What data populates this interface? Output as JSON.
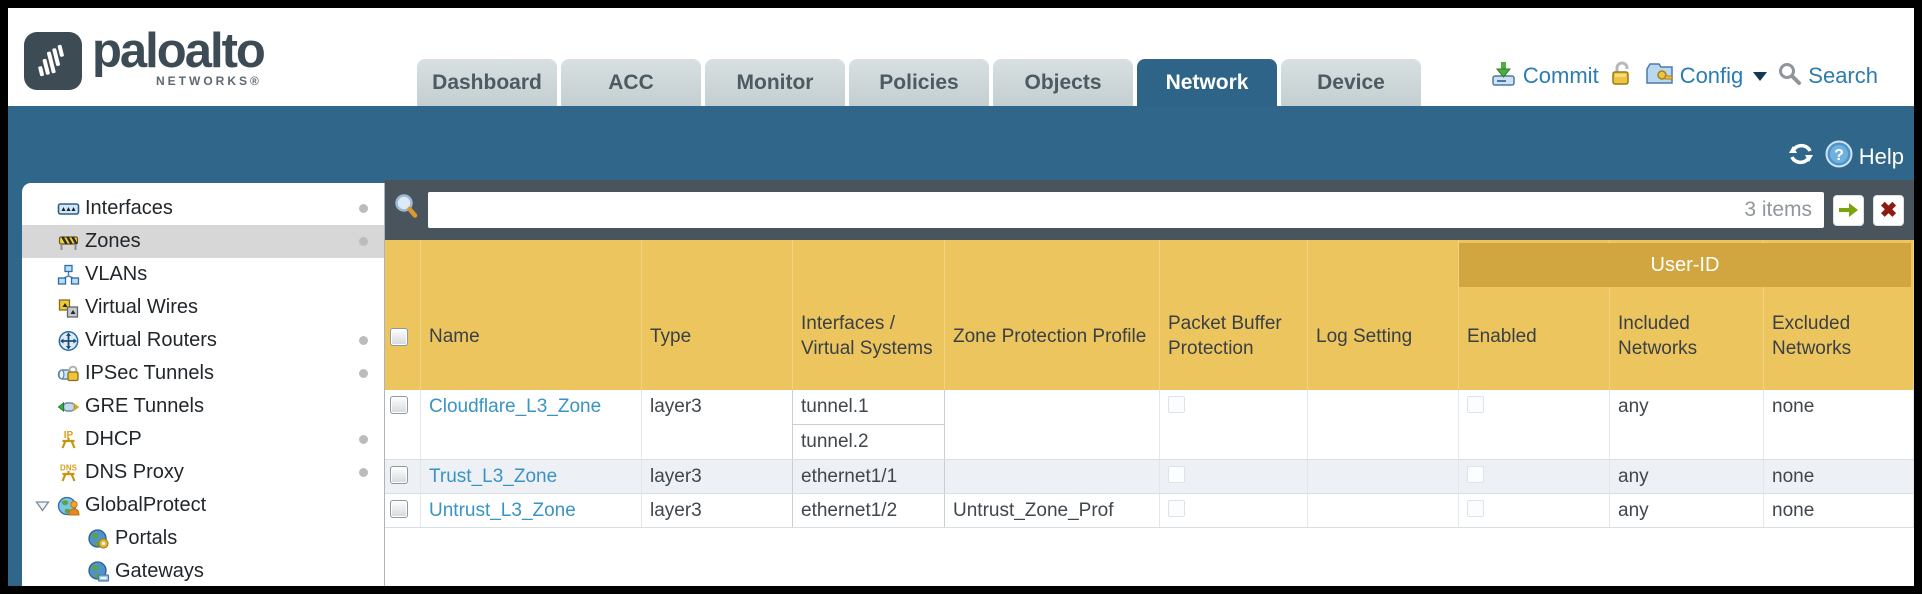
{
  "header": {
    "logo": {
      "brand": "paloalto",
      "sub": "NETWORKS®"
    },
    "tabs": [
      {
        "label": "Dashboard",
        "active": false
      },
      {
        "label": "ACC",
        "active": false
      },
      {
        "label": "Monitor",
        "active": false
      },
      {
        "label": "Policies",
        "active": false
      },
      {
        "label": "Objects",
        "active": false
      },
      {
        "label": "Network",
        "active": true
      },
      {
        "label": "Device",
        "active": false
      }
    ],
    "actions": {
      "commit_label": "Commit",
      "config_label": "Config",
      "search_label": "Search"
    }
  },
  "subheader": {
    "help_label": "Help"
  },
  "sidebar": {
    "items": [
      {
        "label": "Interfaces",
        "icon": "interfaces-icon",
        "dot": true,
        "selected": false,
        "indent": 0,
        "expandable": false
      },
      {
        "label": "Zones",
        "icon": "zones-icon",
        "dot": true,
        "selected": true,
        "indent": 0,
        "expandable": false
      },
      {
        "label": "VLANs",
        "icon": "vlans-icon",
        "dot": false,
        "selected": false,
        "indent": 0,
        "expandable": false
      },
      {
        "label": "Virtual Wires",
        "icon": "virtual-wires-icon",
        "dot": false,
        "selected": false,
        "indent": 0,
        "expandable": false
      },
      {
        "label": "Virtual Routers",
        "icon": "virtual-routers-icon",
        "dot": true,
        "selected": false,
        "indent": 0,
        "expandable": false
      },
      {
        "label": "IPSec Tunnels",
        "icon": "ipsec-tunnels-icon",
        "dot": true,
        "selected": false,
        "indent": 0,
        "expandable": false
      },
      {
        "label": "GRE Tunnels",
        "icon": "gre-tunnels-icon",
        "dot": false,
        "selected": false,
        "indent": 0,
        "expandable": false
      },
      {
        "label": "DHCP",
        "icon": "dhcp-icon",
        "dot": true,
        "selected": false,
        "indent": 0,
        "expandable": false
      },
      {
        "label": "DNS Proxy",
        "icon": "dns-proxy-icon",
        "dot": true,
        "selected": false,
        "indent": 0,
        "expandable": false
      },
      {
        "label": "GlobalProtect",
        "icon": "globalprotect-icon",
        "dot": false,
        "selected": false,
        "indent": 0,
        "expandable": true
      },
      {
        "label": "Portals",
        "icon": "portals-icon",
        "dot": false,
        "selected": false,
        "indent": 1,
        "expandable": false
      },
      {
        "label": "Gateways",
        "icon": "gateways-icon",
        "dot": false,
        "selected": false,
        "indent": 1,
        "expandable": false
      }
    ]
  },
  "toolbar": {
    "filter_value": "",
    "items_count": "3 items"
  },
  "table": {
    "group_header": "User-ID",
    "columns": [
      "Name",
      "Type",
      "Interfaces / Virtual Systems",
      "Zone Protection Profile",
      "Packet Buffer Protection",
      "Log Setting",
      "Enabled",
      "Included Networks",
      "Excluded Networks"
    ],
    "rows": [
      {
        "name": "Cloudflare_L3_Zone",
        "type": "layer3",
        "interfaces": [
          "tunnel.1",
          "tunnel.2"
        ],
        "zone_protection_profile": "",
        "log_setting": "",
        "included_networks": "any",
        "excluded_networks": "none"
      },
      {
        "name": "Trust_L3_Zone",
        "type": "layer3",
        "interfaces": [
          "ethernet1/1"
        ],
        "zone_protection_profile": "",
        "log_setting": "",
        "included_networks": "any",
        "excluded_networks": "none"
      },
      {
        "name": "Untrust_L3_Zone",
        "type": "layer3",
        "interfaces": [
          "ethernet1/2"
        ],
        "zone_protection_profile": "Untrust_Zone_Prof",
        "log_setting": "",
        "included_networks": "any",
        "excluded_networks": "none"
      }
    ]
  },
  "colors": {
    "accent_teal": "#306689",
    "slate_band": "#49545d",
    "table_header_gold": "#ecc55e",
    "userid_gold": "#d1a640",
    "link_blue": "#3a93c5",
    "alt_row": "#edf1f5"
  }
}
